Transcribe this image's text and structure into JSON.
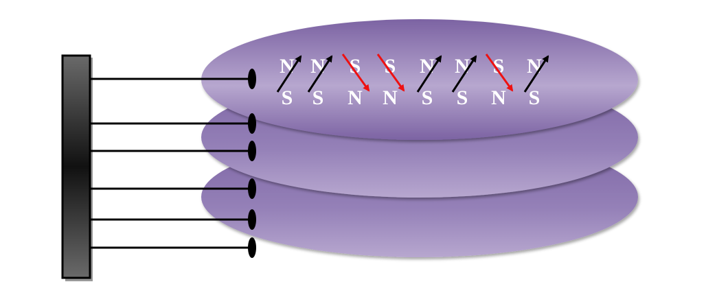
{
  "colors": {
    "platter_light": "#b7a7cf",
    "platter_mid": "#9581b8",
    "platter_dark": "#7c63a3",
    "platter_edge": "#5a4585",
    "spindle_light": "#6a6a6a",
    "spindle_dark": "#111111",
    "arm": "#000000",
    "arrow_up": "#000000",
    "arrow_down": "#ee1111",
    "label": "#ffffff"
  },
  "icons": {
    "spindle": "spindle-bar-icon",
    "head": "read-write-head-icon",
    "platter": "disk-platter-icon",
    "arrow": "magnetization-arrow-icon"
  },
  "platter_count": 3,
  "arm_count": 6,
  "magnetic_domains": [
    {
      "top": "N",
      "bottom": "S",
      "direction": "up"
    },
    {
      "top": "N",
      "bottom": "S",
      "direction": "up"
    },
    {
      "top": "S",
      "bottom": "N",
      "direction": "down"
    },
    {
      "top": "S",
      "bottom": "N",
      "direction": "down"
    },
    {
      "top": "N",
      "bottom": "S",
      "direction": "up"
    },
    {
      "top": "N",
      "bottom": "S",
      "direction": "up"
    },
    {
      "top": "S",
      "bottom": "N",
      "direction": "down"
    },
    {
      "top": "N",
      "bottom": "S",
      "direction": "up"
    }
  ]
}
